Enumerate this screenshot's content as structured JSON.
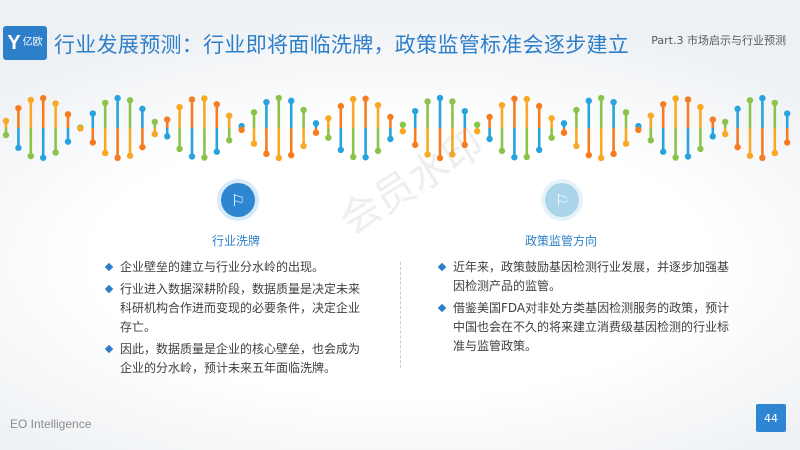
{
  "header": {
    "logo_mark": "Y",
    "logo_text": "亿欧",
    "title": "行业发展预测：行业即将面临洗牌，政策监管标准会逐步建立",
    "part_label": "Part.3 市场启示与行业预测"
  },
  "dna_colors": [
    "#f9a825",
    "#f57c20",
    "#8bc34a",
    "#29a3dd"
  ],
  "sections": {
    "left": {
      "icon": "signpost-icon",
      "icon_glyph": "⚐",
      "title": "行业洗牌",
      "bullets": [
        "企业壁垒的建立与行业分水岭的出现。",
        "行业进入数据深耕阶段，数据质量是决定未来科研机构合作进而变现的必要条件，决定企业存亡。",
        "因此，数据质量是企业的核心壁垒，也会成为企业的分水岭，预计未来五年面临洗牌。"
      ]
    },
    "right": {
      "icon": "signpost-icon",
      "icon_glyph": "⚐",
      "title": "政策监管方向",
      "bullets": [
        "近年来，政策鼓励基因检测行业发展，并逐步加强基因检测产品的监管。",
        "借鉴美国FDA对非处方类基因检测服务的政策，预计中国也会在不久的将来建立消费级基因检测的行业标准与监管政策。"
      ]
    }
  },
  "watermark": "会员水印",
  "footer": {
    "brand": "EO Intelligence",
    "page_number": "44"
  }
}
